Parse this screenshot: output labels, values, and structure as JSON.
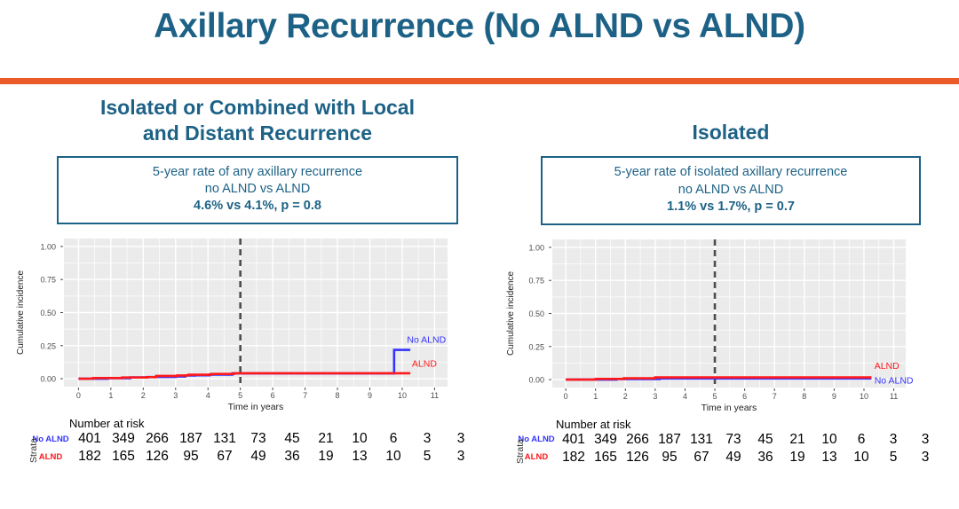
{
  "slide": {
    "title": "Axillary Recurrence (No ALND vs ALND)",
    "title_color": "#1d6286",
    "divider_color": "#ed5b2a"
  },
  "colors": {
    "no_alnd": "#3333ff",
    "alnd": "#ff1a1a",
    "panel_bg": "#ebebeb",
    "grid": "#ffffff",
    "reference_line": "#4d4d4d",
    "accent": "#1d6286"
  },
  "panels": [
    {
      "id": "left",
      "heading": "Isolated or Combined with Local and Distant Recurrence",
      "heading_line1": "Isolated or Combined with Local",
      "heading_line2": "and Distant Recurrence",
      "info_box": {
        "line1": "5-year rate of any axillary recurrence",
        "line2": "no ALND vs ALND",
        "line3": "4.6% vs 4.1%, p = 0.8"
      },
      "risk_table": {
        "title": "Number at risk",
        "strata_axis_label": "Strata",
        "times": [
          0,
          1,
          2,
          3,
          4,
          5,
          6,
          7,
          8,
          9,
          10,
          11
        ],
        "rows": [
          {
            "label": "No ALND",
            "color": "#3333ff",
            "values": [
              401,
              349,
              266,
              187,
              131,
              73,
              45,
              21,
              10,
              6,
              3,
              3
            ]
          },
          {
            "label": "ALND",
            "color": "#ff1a1a",
            "values": [
              182,
              165,
              126,
              95,
              67,
              49,
              36,
              19,
              13,
              10,
              5,
              3
            ]
          }
        ]
      },
      "chart_data": {
        "type": "line",
        "title": "Isolated or Combined with Local and Distant Recurrence",
        "xlabel": "Time in years",
        "ylabel": "Cumulative incidence",
        "xlim": [
          -0.45,
          11.4
        ],
        "ylim": [
          -0.06,
          1.06
        ],
        "xticks": [
          0,
          1,
          2,
          3,
          4,
          5,
          6,
          7,
          8,
          9,
          10,
          11
        ],
        "yticks": [
          0.0,
          0.25,
          0.5,
          0.75,
          1.0
        ],
        "ytick_labels": [
          "0.00",
          "0.25",
          "0.50",
          "0.75",
          "1.00"
        ],
        "grid": true,
        "legend_position": "inline-right",
        "annotations": [
          {
            "text": "No ALND",
            "x": 10.15,
            "y": 0.295,
            "color": "#3333ff"
          },
          {
            "text": "ALND",
            "x": 10.3,
            "y": 0.115,
            "color": "#ff1a1a"
          }
        ],
        "reference_line": {
          "x": 5,
          "style": "dashed",
          "color": "#4d4d4d"
        },
        "series": [
          {
            "name": "No ALND",
            "color": "#3333ff",
            "step": "hv",
            "points": [
              [
                0.0,
                0.0
              ],
              [
                0.55,
                0.0
              ],
              [
                0.9,
                0.004
              ],
              [
                1.5,
                0.004
              ],
              [
                1.6,
                0.01
              ],
              [
                2.0,
                0.01
              ],
              [
                2.15,
                0.013
              ],
              [
                2.85,
                0.013
              ],
              [
                3.0,
                0.017
              ],
              [
                3.2,
                0.017
              ],
              [
                3.3,
                0.024
              ],
              [
                3.55,
                0.024
              ],
              [
                3.6,
                0.026
              ],
              [
                3.95,
                0.026
              ],
              [
                4.05,
                0.031
              ],
              [
                4.6,
                0.031
              ],
              [
                4.75,
                0.04
              ],
              [
                9.72,
                0.04
              ],
              [
                9.75,
                0.218
              ],
              [
                10.25,
                0.218
              ]
            ]
          },
          {
            "name": "ALND",
            "color": "#ff1a1a",
            "step": "hv",
            "points": [
              [
                0.0,
                0.0
              ],
              [
                0.35,
                0.0
              ],
              [
                0.45,
                0.005
              ],
              [
                1.2,
                0.005
              ],
              [
                1.35,
                0.009
              ],
              [
                1.95,
                0.009
              ],
              [
                2.1,
                0.012
              ],
              [
                2.3,
                0.012
              ],
              [
                2.4,
                0.021
              ],
              [
                2.95,
                0.021
              ],
              [
                3.05,
                0.024
              ],
              [
                3.3,
                0.024
              ],
              [
                3.4,
                0.03
              ],
              [
                3.95,
                0.03
              ],
              [
                4.1,
                0.036
              ],
              [
                4.65,
                0.036
              ],
              [
                4.8,
                0.041
              ],
              [
                10.25,
                0.041
              ]
            ]
          }
        ]
      }
    },
    {
      "id": "right",
      "heading": "Isolated",
      "heading_line1": "Isolated",
      "heading_line2": "",
      "info_box": {
        "line1": "5-year rate of isolated axillary recurrence",
        "line2": "no ALND vs ALND",
        "line3": "1.1% vs 1.7%, p = 0.7"
      },
      "risk_table": {
        "title": "Number at risk",
        "strata_axis_label": "Strata",
        "times": [
          0,
          1,
          2,
          3,
          4,
          5,
          6,
          7,
          8,
          9,
          10,
          11
        ],
        "rows": [
          {
            "label": "No ALND",
            "color": "#3333ff",
            "values": [
              401,
              349,
              266,
              187,
              131,
              73,
              45,
              21,
              10,
              6,
              3,
              3
            ]
          },
          {
            "label": "ALND",
            "color": "#ff1a1a",
            "values": [
              182,
              165,
              126,
              95,
              67,
              49,
              36,
              19,
              13,
              10,
              5,
              3
            ]
          }
        ]
      },
      "chart_data": {
        "type": "line",
        "title": "Isolated",
        "xlabel": "Time in years",
        "ylabel": "Cumulative incidence",
        "xlim": [
          -0.45,
          11.4
        ],
        "ylim": [
          -0.06,
          1.06
        ],
        "xticks": [
          0,
          1,
          2,
          3,
          4,
          5,
          6,
          7,
          8,
          9,
          10,
          11
        ],
        "yticks": [
          0.0,
          0.25,
          0.5,
          0.75,
          1.0
        ],
        "ytick_labels": [
          "0.00",
          "0.25",
          "0.50",
          "0.75",
          "1.00"
        ],
        "grid": true,
        "legend_position": "inline-right",
        "annotations": [
          {
            "text": "ALND",
            "x": 10.35,
            "y": 0.105,
            "color": "#ff1a1a"
          },
          {
            "text": "No ALND",
            "x": 10.35,
            "y": -0.008,
            "color": "#3333ff"
          }
        ],
        "reference_line": {
          "x": 5,
          "style": "dashed",
          "color": "#4d4d4d"
        },
        "series": [
          {
            "name": "No ALND",
            "color": "#3333ff",
            "step": "hv",
            "points": [
              [
                0.0,
                0.0
              ],
              [
                1.6,
                0.0
              ],
              [
                1.7,
                0.004
              ],
              [
                2.9,
                0.004
              ],
              [
                3.15,
                0.008
              ],
              [
                10.25,
                0.008
              ]
            ]
          },
          {
            "name": "ALND",
            "color": "#ff1a1a",
            "step": "hv",
            "points": [
              [
                0.0,
                0.0
              ],
              [
                0.9,
                0.0
              ],
              [
                1.0,
                0.005
              ],
              [
                1.85,
                0.005
              ],
              [
                1.95,
                0.01
              ],
              [
                2.9,
                0.01
              ],
              [
                3.0,
                0.017
              ],
              [
                10.25,
                0.017
              ]
            ]
          }
        ]
      }
    }
  ]
}
